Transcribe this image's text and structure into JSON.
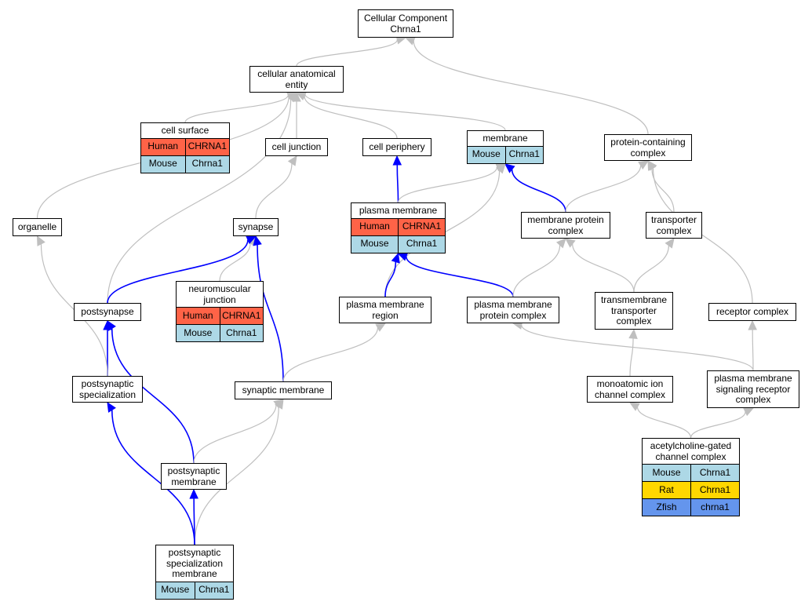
{
  "diagram": {
    "colors": {
      "Human": "#FF6347",
      "Mouse": "#ADD8E6",
      "Rat": "#FFD700",
      "Zfish": "#6495ED",
      "edge_gray": "#BFBFBF",
      "edge_blue": "#0000FF"
    },
    "nodes": {
      "root": {
        "label": "Cellular Component\nChrna1"
      },
      "cae": {
        "label": "cellular anatomical\nentity"
      },
      "cellsurface": {
        "label": "cell surface",
        "rows": [
          {
            "species": "Human",
            "gene": "CHRNA1"
          },
          {
            "species": "Mouse",
            "gene": "Chrna1"
          }
        ]
      },
      "celljunction": {
        "label": "cell junction"
      },
      "cellperiphery": {
        "label": "cell periphery"
      },
      "membrane": {
        "label": "membrane",
        "rows": [
          {
            "species": "Mouse",
            "gene": "Chrna1"
          }
        ]
      },
      "pcc": {
        "label": "protein-containing\ncomplex"
      },
      "organelle": {
        "label": "organelle"
      },
      "synapse": {
        "label": "synapse"
      },
      "plasmamembrane": {
        "label": "plasma membrane",
        "rows": [
          {
            "species": "Human",
            "gene": "CHRNA1"
          },
          {
            "species": "Mouse",
            "gene": "Chrna1"
          }
        ]
      },
      "mpc": {
        "label": "membrane protein\ncomplex"
      },
      "transporter": {
        "label": "transporter\ncomplex"
      },
      "nmj": {
        "label": "neuromuscular\njunction",
        "rows": [
          {
            "species": "Human",
            "gene": "CHRNA1"
          },
          {
            "species": "Mouse",
            "gene": "Chrna1"
          }
        ]
      },
      "postsynapse": {
        "label": "postsynapse"
      },
      "pmr": {
        "label": "plasma membrane\nregion"
      },
      "pmpc": {
        "label": "plasma membrane\nprotein complex"
      },
      "tmtc": {
        "label": "transmembrane\ntransporter\ncomplex"
      },
      "receptor": {
        "label": "receptor complex"
      },
      "pss": {
        "label": "postsynaptic\nspecialization"
      },
      "synmem": {
        "label": "synaptic membrane"
      },
      "moicc": {
        "label": "monoatomic ion\nchannel complex"
      },
      "pmsrc": {
        "label": "plasma membrane\nsignaling receptor\ncomplex"
      },
      "achgcc": {
        "label": "acetylcholine-gated\nchannel complex",
        "rows": [
          {
            "species": "Mouse",
            "gene": "Chrna1"
          },
          {
            "species": "Rat",
            "gene": "Chrna1"
          },
          {
            "species": "Zfish",
            "gene": "chrna1"
          }
        ]
      },
      "psm": {
        "label": "postsynaptic\nmembrane"
      },
      "pssm": {
        "label": "postsynaptic\nspecialization\nmembrane",
        "rows": [
          {
            "species": "Mouse",
            "gene": "Chrna1"
          }
        ]
      }
    },
    "edges": [
      {
        "from": "cae",
        "to": "root",
        "color": "gray"
      },
      {
        "from": "pcc",
        "to": "root",
        "color": "gray"
      },
      {
        "from": "cellsurface",
        "to": "cae",
        "color": "gray"
      },
      {
        "from": "celljunction",
        "to": "cae",
        "color": "gray"
      },
      {
        "from": "cellperiphery",
        "to": "cae",
        "color": "gray"
      },
      {
        "from": "membrane",
        "to": "cae",
        "color": "gray"
      },
      {
        "from": "organelle",
        "to": "cae",
        "color": "gray"
      },
      {
        "from": "postsynapse",
        "to": "cae",
        "color": "gray"
      },
      {
        "from": "synapse",
        "to": "celljunction",
        "color": "gray"
      },
      {
        "from": "plasmamembrane",
        "to": "cellperiphery",
        "color": "blue"
      },
      {
        "from": "plasmamembrane",
        "to": "membrane",
        "color": "gray"
      },
      {
        "from": "mpc",
        "to": "membrane",
        "color": "blue"
      },
      {
        "from": "pmr",
        "to": "membrane",
        "color": "gray"
      },
      {
        "from": "mpc",
        "to": "pcc",
        "color": "gray"
      },
      {
        "from": "transporter",
        "to": "pcc",
        "color": "gray"
      },
      {
        "from": "receptor",
        "to": "pcc",
        "color": "gray"
      },
      {
        "from": "nmj",
        "to": "synapse",
        "color": "gray"
      },
      {
        "from": "postsynapse",
        "to": "synapse",
        "color": "blue"
      },
      {
        "from": "synmem",
        "to": "synapse",
        "color": "blue"
      },
      {
        "from": "pmr",
        "to": "plasmamembrane",
        "color": "blue"
      },
      {
        "from": "pmpc",
        "to": "plasmamembrane",
        "color": "blue"
      },
      {
        "from": "pmpc",
        "to": "mpc",
        "color": "gray"
      },
      {
        "from": "tmtc",
        "to": "mpc",
        "color": "gray"
      },
      {
        "from": "tmtc",
        "to": "transporter",
        "color": "gray"
      },
      {
        "from": "pss",
        "to": "postsynapse",
        "color": "blue"
      },
      {
        "from": "psm",
        "to": "postsynapse",
        "color": "blue"
      },
      {
        "from": "pss",
        "to": "organelle",
        "color": "gray"
      },
      {
        "from": "synmem",
        "to": "pmr",
        "color": "gray"
      },
      {
        "from": "pmsrc",
        "to": "pmpc",
        "color": "gray"
      },
      {
        "from": "moicc",
        "to": "tmtc",
        "color": "gray"
      },
      {
        "from": "pmsrc",
        "to": "receptor",
        "color": "gray"
      },
      {
        "from": "pssm",
        "to": "pss",
        "color": "blue"
      },
      {
        "from": "psm",
        "to": "synmem",
        "color": "gray"
      },
      {
        "from": "pssm",
        "to": "synmem",
        "color": "gray"
      },
      {
        "from": "achgcc",
        "to": "moicc",
        "color": "gray"
      },
      {
        "from": "achgcc",
        "to": "pmsrc",
        "color": "gray"
      },
      {
        "from": "pssm",
        "to": "psm",
        "color": "blue"
      }
    ]
  }
}
